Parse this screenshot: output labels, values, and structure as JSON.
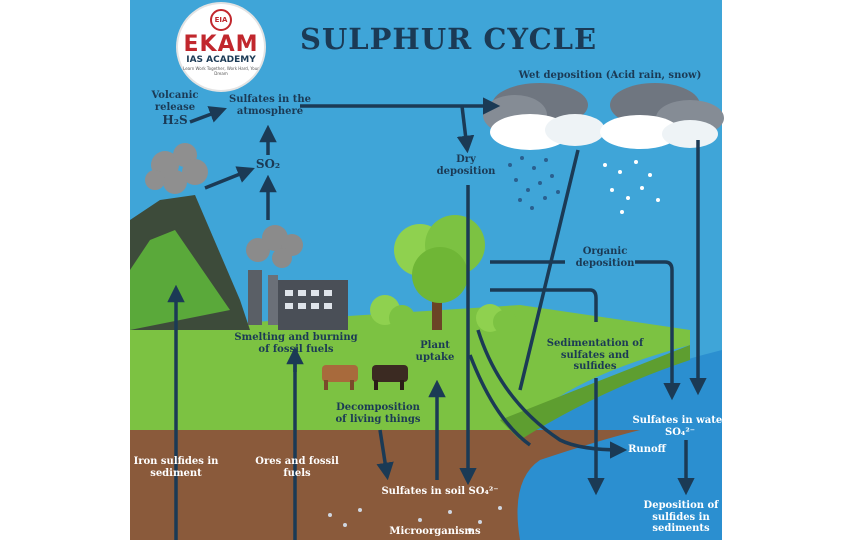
{
  "title": "SULPHUR CYCLE",
  "logo": {
    "badge": "EIA",
    "name": "EKAM",
    "subtitle": "IAS ACADEMY",
    "tagline": "Learn Work Together, Work Hard, Your Dream"
  },
  "labels": {
    "volcanic_release": "Volcanic release",
    "h2s": "H₂S",
    "sulfates_atmosphere": "Sulfates in the atmosphere",
    "so2": "SO₂",
    "wet_deposition": "Wet deposition (Acid rain, snow)",
    "dry_deposition": "Dry deposition",
    "organic_deposition": "Organic deposition",
    "smelting": "Smelting and burning of fossil fuels",
    "plant_uptake": "Plant uptake",
    "sedimentation": "Sedimentation of sulfates and sulfides",
    "decomposition": "Decomposition of living things",
    "sulfates_water": "Sulfates in water SO₄²⁻",
    "runoff": "Runoff",
    "iron_sulfides": "Iron sulfides in sediment",
    "ores": "Ores and fossil fuels",
    "sulfates_soil": "Sulfates in soil SO₄²⁻",
    "microorganisms": "Microorganisms",
    "deposition_sulfides": "Deposition of sulfides in sediments"
  },
  "colors": {
    "sky": "#3fa5d8",
    "grass": "#7cc242",
    "soil": "#8a5a3b",
    "water": "#2b8fd0",
    "arrow": "#1b3a55",
    "brand": "#c1272d"
  }
}
